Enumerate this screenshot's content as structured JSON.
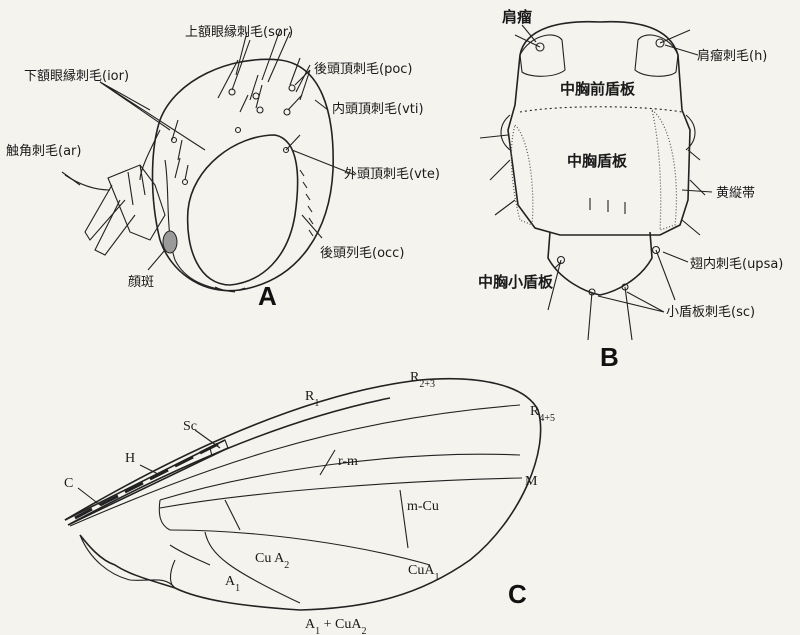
{
  "panels": {
    "a": "A",
    "b": "B",
    "c": "C"
  },
  "head_labels": {
    "sor": "上額眼縁刺毛(sor)",
    "ior": "下額眼縁刺毛(ior)",
    "poc": "後頭頂刺毛(poc)",
    "vti": "内頭頂刺毛(vti)",
    "ar": "触角刺毛(ar)",
    "vte": "外頭頂刺毛(vte)",
    "occ": "後頭列毛(occ)",
    "spot": "顔斑"
  },
  "thorax_labels": {
    "humerus": "肩瘤",
    "h": "肩瘤刺毛(h)",
    "prescutum": "中胸前盾板",
    "scutum": "中胸盾板",
    "stripe": "黄縦帯",
    "upsa": "翅内刺毛(upsa)",
    "scutellum": "中胸小盾板",
    "sc": "小盾板刺毛(sc)"
  },
  "wing_labels": {
    "r1": "R",
    "r1_sub": "1",
    "r23": "R",
    "r23_sub": "2+3",
    "r45": "R",
    "r45_sub": "4+5",
    "sc": "Sc",
    "h": "H",
    "c": "C",
    "rm": "r-m",
    "m": "M",
    "mcu": "m-Cu",
    "cua2": "Cu A",
    "cua2_sub": "2",
    "cua1": "CuA",
    "cua1_sub": "1",
    "a1": "A",
    "a1_sub": "1",
    "a1cua2_a": "A",
    "a1cua2_a_sub": "1",
    "a1cua2_rest": " + CuA",
    "a1cua2_rest_sub": "2"
  },
  "colors": {
    "ink": "#1a1a1a",
    "paper": "#f4f3ee"
  }
}
